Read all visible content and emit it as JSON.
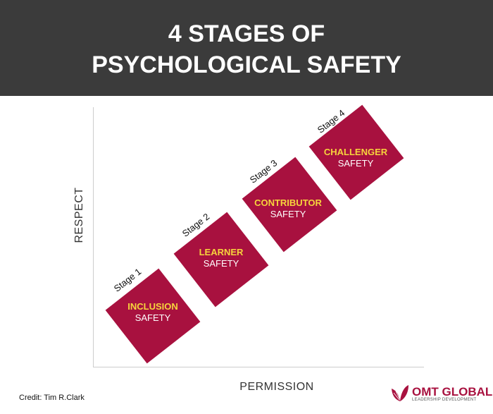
{
  "header": {
    "title_line1": "4 STAGES OF",
    "title_line2": "PSYCHOLOGICAL SAFETY"
  },
  "axes": {
    "y_label": "RESPECT",
    "x_label": "PERMISSION"
  },
  "stages": [
    {
      "stage": "Stage 1",
      "name": "INCLUSION",
      "sub": "SAFETY"
    },
    {
      "stage": "Stage 2",
      "name": "LEARNER",
      "sub": "SAFETY"
    },
    {
      "stage": "Stage 3",
      "name": "CONTRIBUTOR",
      "sub": "SAFETY"
    },
    {
      "stage": "Stage 4",
      "name": "CHALLENGER",
      "sub": "SAFETY"
    }
  ],
  "credit": "Credit: Tim R.Clark",
  "logo": {
    "name": "OMT GLOBAL",
    "tagline": "LEADERSHIP DEVELOPMENT"
  },
  "colors": {
    "header": "#3b3b3b",
    "box": "#a8113f",
    "highlight": "#f6d43c"
  }
}
